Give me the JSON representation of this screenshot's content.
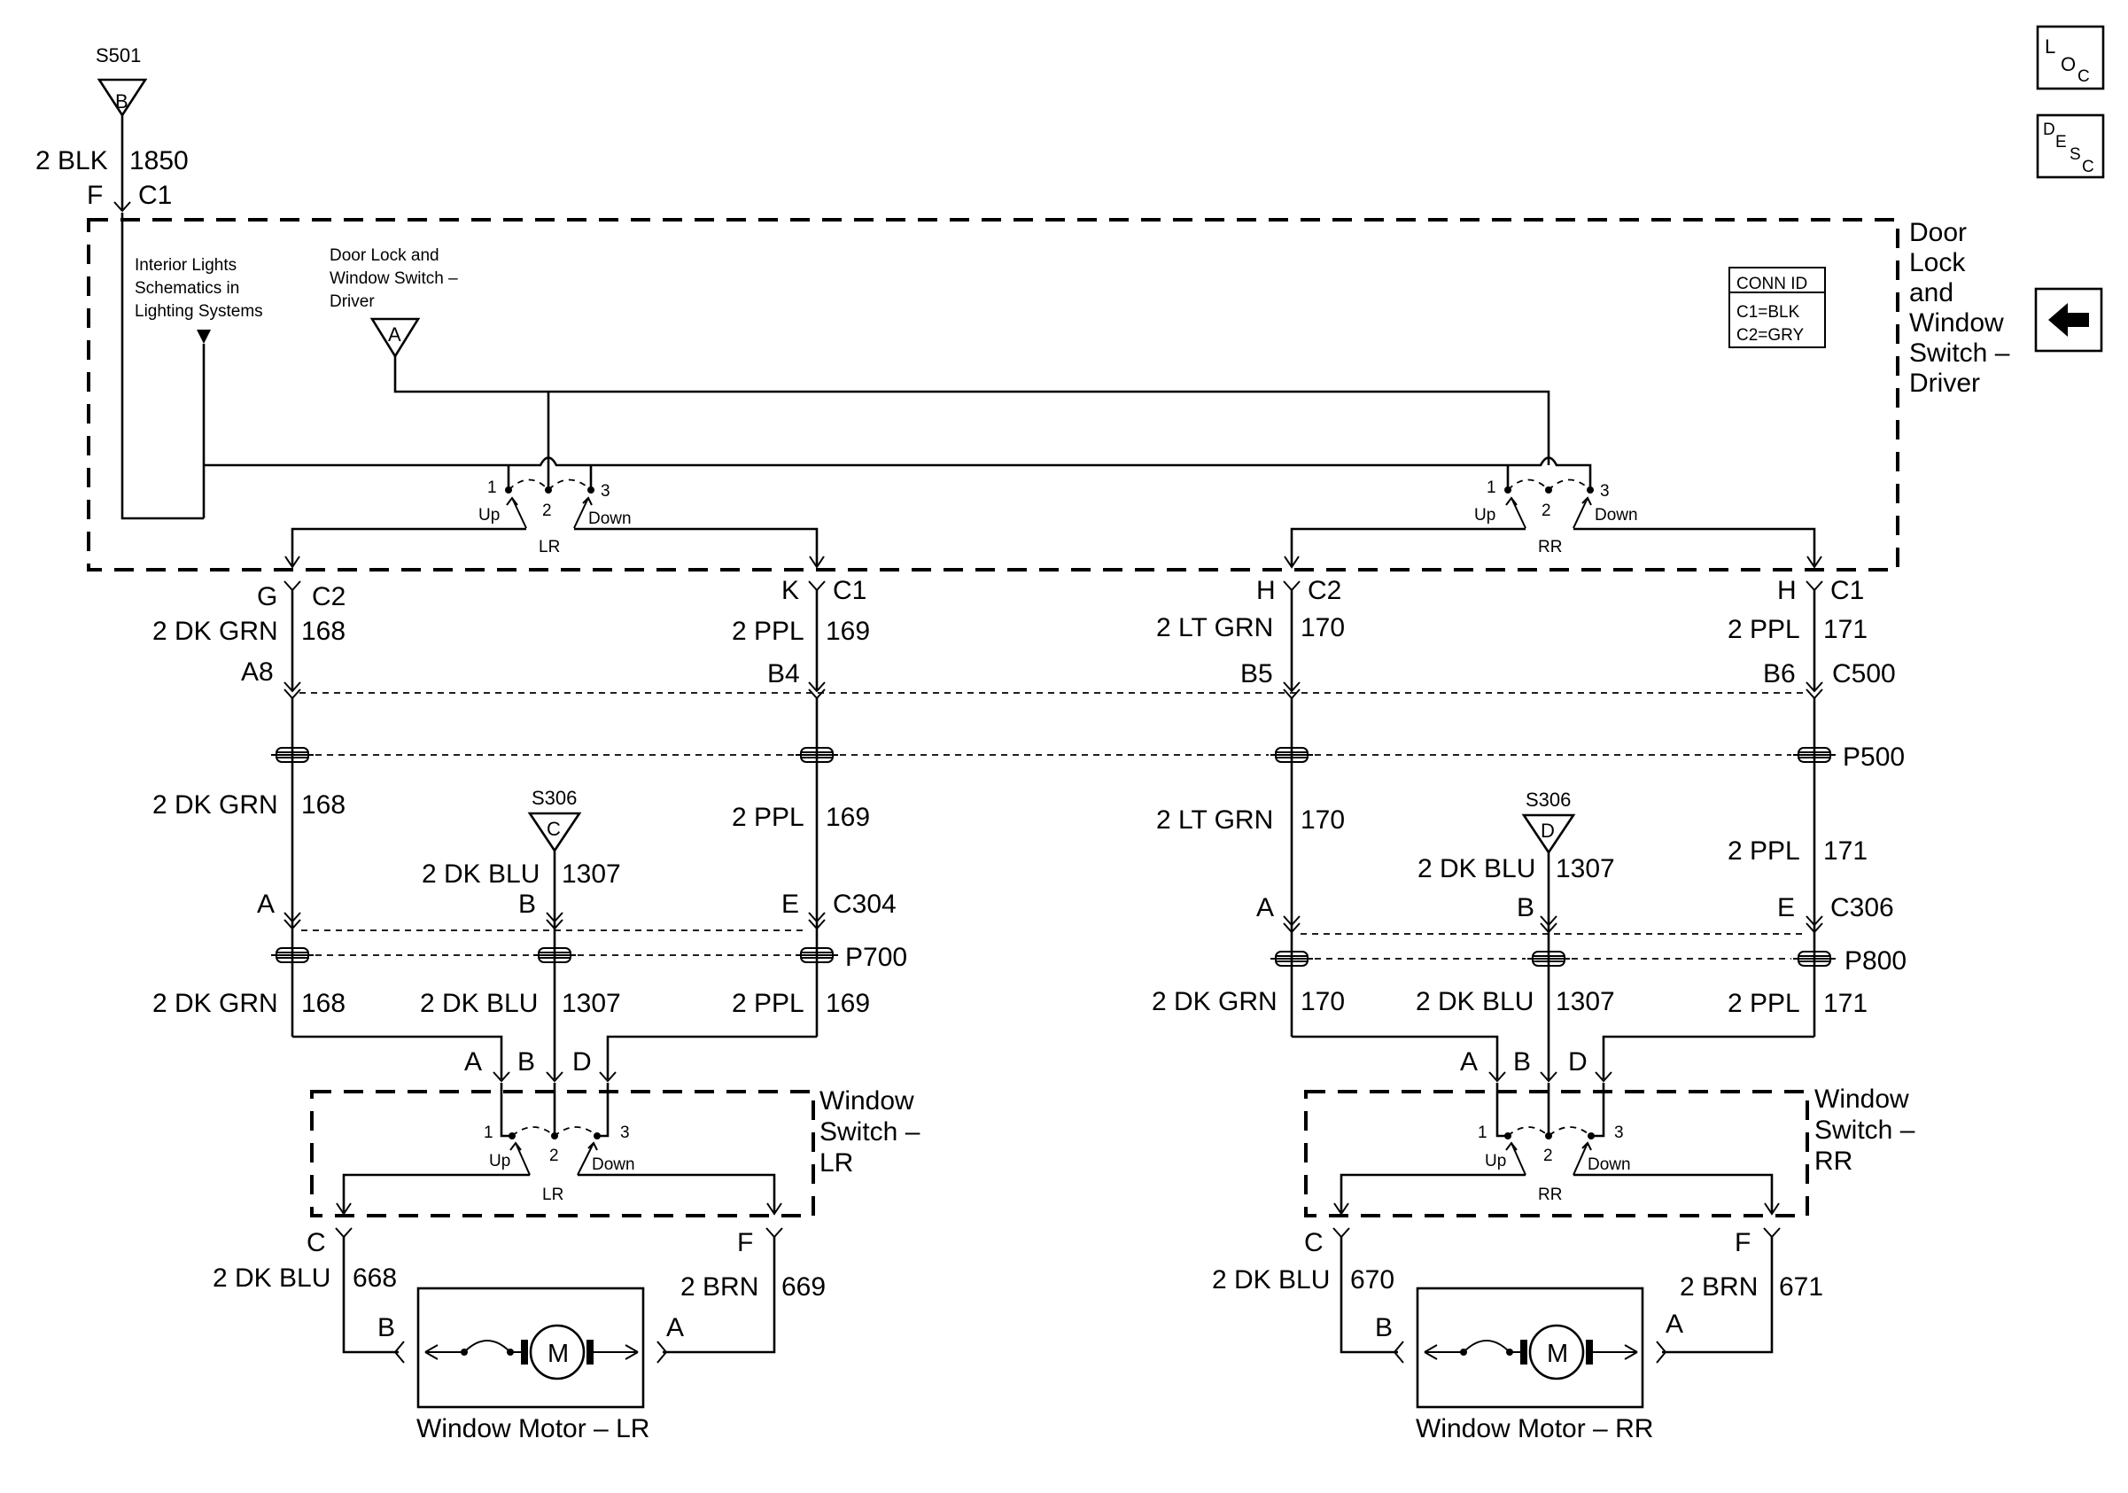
{
  "nav": {
    "loc_top": "L",
    "loc_bottom": "O",
    "loc_sub": "C",
    "desc_top": "D",
    "desc_mid": "E",
    "desc_s": "S",
    "desc_c": "C",
    "back_icon": "left-arrow-icon"
  },
  "splices": {
    "s501_name": "S501",
    "s501_letter": "B",
    "s306c_name": "S306",
    "s306c_letter": "C",
    "s306d_name": "S306",
    "s306d_letter": "D"
  },
  "top_feed": {
    "wire": "2 BLK",
    "circuit": "1850",
    "pin": "F",
    "conn": "C1"
  },
  "driver_switch": {
    "title_lines": [
      "Door",
      "Lock",
      "and",
      "Window",
      "Switch –",
      "Driver"
    ],
    "interior_lights": [
      "Interior Lights",
      "Schematics in",
      "Lighting Systems"
    ],
    "ref_lines": [
      "Door Lock and",
      "Window Switch –",
      "Driver"
    ],
    "ref_letter": "A",
    "conn_id": {
      "header": "CONN ID",
      "c1": "C1=BLK",
      "c2": "C2=GRY"
    },
    "lr": {
      "p1": "1",
      "p2": "2",
      "p3": "3",
      "up": "Up",
      "down": "Down",
      "name": "LR"
    },
    "rr": {
      "p1": "1",
      "p2": "2",
      "p3": "3",
      "up": "Up",
      "down": "Down",
      "name": "RR"
    }
  },
  "outputs": [
    {
      "pin": "G",
      "conn": "C2",
      "wire": "2 DK GRN",
      "circuit": "168",
      "c500": "A8"
    },
    {
      "pin": "K",
      "conn": "C1",
      "wire": "2 PPL",
      "circuit": "169",
      "c500": "B4"
    },
    {
      "pin": "H",
      "conn": "C2",
      "wire": "2 LT GRN",
      "circuit": "170",
      "c500": "B5"
    },
    {
      "pin": "H",
      "conn": "C1",
      "wire": "2 PPL",
      "circuit": "171",
      "c500": "B6"
    }
  ],
  "c500": "C500",
  "p500": "P500",
  "mid_wires": [
    {
      "wire": "2 DK GRN",
      "circuit": "168"
    },
    {
      "wire": "2 PPL",
      "circuit": "169"
    },
    {
      "wire": "2 LT GRN",
      "circuit": "170"
    },
    {
      "wire": "2 PPL",
      "circuit": "171"
    }
  ],
  "blu_feed": [
    {
      "wire": "2 DK BLU",
      "circuit": "1307"
    },
    {
      "wire": "2 DK BLU",
      "circuit": "1307"
    }
  ],
  "c304": {
    "name": "C304",
    "a": "A",
    "b": "B",
    "e": "E",
    "p": "P700"
  },
  "c306": {
    "name": "C306",
    "a": "A",
    "b": "B",
    "e": "E",
    "p": "P800"
  },
  "low_left": [
    {
      "wire": "2 DK GRN",
      "circuit": "168"
    },
    {
      "wire": "2 DK BLU",
      "circuit": "1307"
    },
    {
      "wire": "2 PPL",
      "circuit": "169"
    }
  ],
  "low_right": [
    {
      "wire": "2 DK GRN",
      "circuit": "170"
    },
    {
      "wire": "2 DK BLU",
      "circuit": "1307"
    },
    {
      "wire": "2 PPL",
      "circuit": "171"
    }
  ],
  "ws_lr": {
    "pins": [
      "A",
      "B",
      "D"
    ],
    "title_lines": [
      "Window",
      "Switch –",
      "LR"
    ],
    "p1": "1",
    "p2": "2",
    "p3": "3",
    "up": "Up",
    "down": "Down",
    "name": "LR",
    "out_c": "C",
    "out_f": "F"
  },
  "ws_rr": {
    "pins": [
      "A",
      "B",
      "D"
    ],
    "title_lines": [
      "Window",
      "Switch –",
      "RR"
    ],
    "p1": "1",
    "p2": "2",
    "p3": "3",
    "up": "Up",
    "down": "Down",
    "name": "RR",
    "out_c": "C",
    "out_f": "F"
  },
  "motor_lr": {
    "left_wire": "2 DK BLU",
    "left_circuit": "668",
    "right_wire": "2 BRN",
    "right_circuit": "669",
    "pin_b": "B",
    "pin_a": "A",
    "m": "M",
    "label": "Window Motor – LR"
  },
  "motor_rr": {
    "left_wire": "2 DK BLU",
    "left_circuit": "670",
    "right_wire": "2 BRN",
    "right_circuit": "671",
    "pin_b": "B",
    "pin_a": "A",
    "m": "M",
    "label": "Window Motor – RR"
  }
}
